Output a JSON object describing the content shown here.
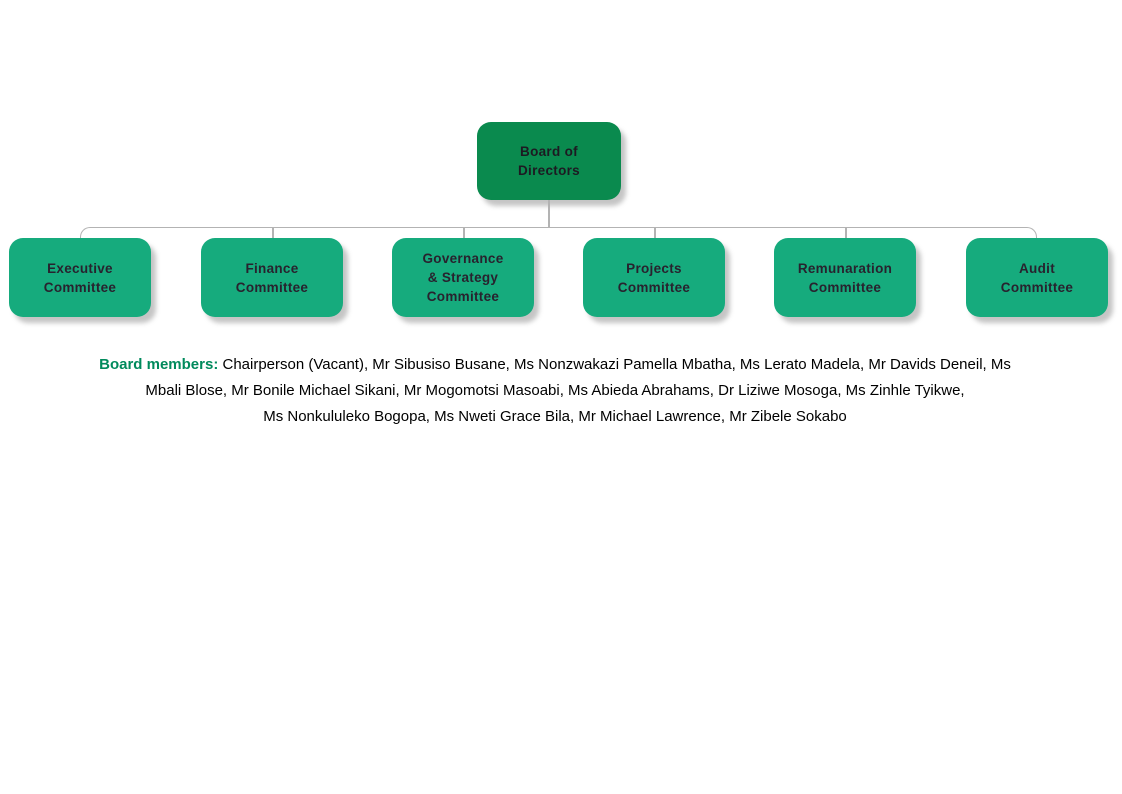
{
  "page": {
    "background_color": "#ffffff"
  },
  "org_chart": {
    "type": "org-hierarchy",
    "root": {
      "label": "Board of\nDirectors",
      "box_color": "#0a8a4e"
    },
    "committees": [
      {
        "label": "Executive\nCommittee"
      },
      {
        "label": "Finance\nCommittee"
      },
      {
        "label": "Governance\n& Strategy\nCommittee"
      },
      {
        "label": "Projects\nCommittee"
      },
      {
        "label": "Remunaration\nCommittee"
      },
      {
        "label": "Audit\nCommittee"
      }
    ],
    "committee_box_color": "#16ab7d",
    "box_text_color": "#28222e",
    "connector_color": "#b3b3b3"
  },
  "members": {
    "label": "Board members:",
    "label_color": "#008a5c",
    "line1_rest": " Chairperson (Vacant), Mr Sibusiso Busane, Ms Nonzwakazi Pamella Mbatha, Ms Lerato Madela, Mr Davids Deneil, Ms",
    "line2": "Mbali Blose, Mr Bonile Michael Sikani, Mr Mogomotsi Masoabi, Ms Abieda Abrahams, Dr Liziwe Mosoga, Ms Zinhle Tyikwe,",
    "line3": "Ms Nonkululeko Bogopa, Ms Nweti Grace Bila, Mr Michael Lawrence, Mr Zibele Sokabo"
  }
}
